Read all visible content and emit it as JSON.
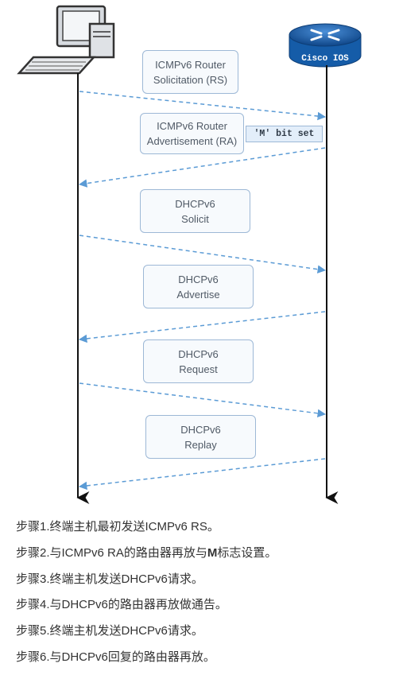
{
  "router": {
    "label": "Cisco IOS"
  },
  "messages": [
    {
      "line1": "ICMPv6 Router",
      "line2": "Solicitation (RS)",
      "direction": "host-to-router"
    },
    {
      "line1": "ICMPv6 Router",
      "line2": "Advertisement (RA)",
      "direction": "router-to-host"
    },
    {
      "line1": "DHCPv6",
      "line2": "Solicit",
      "direction": "host-to-router"
    },
    {
      "line1": "DHCPv6",
      "line2": "Advertise",
      "direction": "router-to-host"
    },
    {
      "line1": "DHCPv6",
      "line2": "Request",
      "direction": "host-to-router"
    },
    {
      "line1": "DHCPv6",
      "line2": "Replay",
      "direction": "router-to-host"
    }
  ],
  "m_bit_label": "'M' bit set",
  "steps": [
    {
      "text": "步骤1.终端主机最初发送ICMPv6 RS。"
    },
    {
      "pre": "步骤2.与ICMPv6 RA的路由器再放与",
      "bold": "M",
      "post": "标志设置。"
    },
    {
      "text": "步骤3.终端主机发送DHCPv6请求。"
    },
    {
      "text": "步骤4.与DHCPv6的路由器再放做通告。"
    },
    {
      "text": "步骤5.终端主机发送DHCPv6请求。"
    },
    {
      "text": "步骤6.与DHCPv6回复的路由器再放。"
    }
  ],
  "colors": {
    "arrow": "#5b9bd5",
    "box_border": "#9db8d6",
    "timeline": "#111111",
    "router": "#1f5fa8"
  }
}
